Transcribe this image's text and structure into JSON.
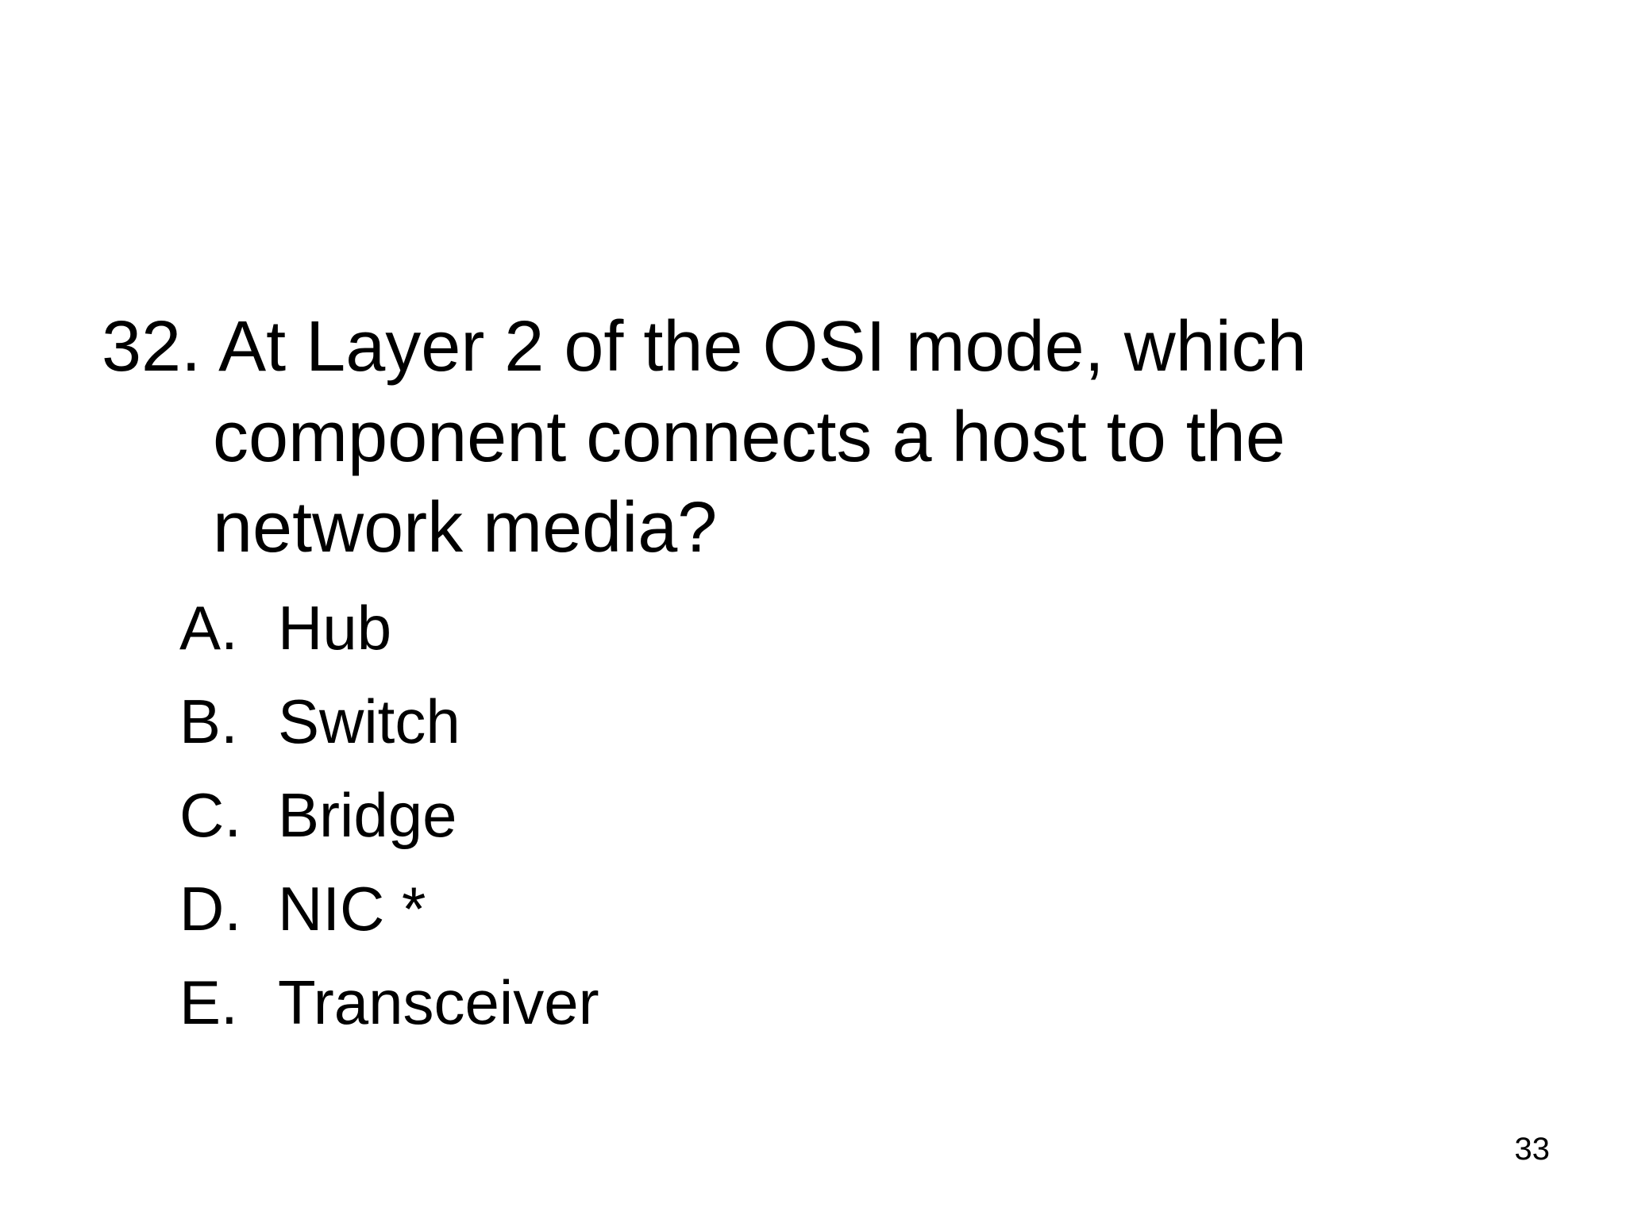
{
  "question": {
    "number": "32.",
    "lines": [
      "At Layer 2 of the OSI mode, which",
      "component connects a host to the",
      "network media?"
    ]
  },
  "options": [
    {
      "letter": "A.",
      "text": "Hub"
    },
    {
      "letter": "B.",
      "text": "Switch"
    },
    {
      "letter": "C.",
      "text": "Bridge"
    },
    {
      "letter": "D.",
      "text": "NIC *"
    },
    {
      "letter": "E.",
      "text": "Transceiver"
    }
  ],
  "page_number": "33"
}
